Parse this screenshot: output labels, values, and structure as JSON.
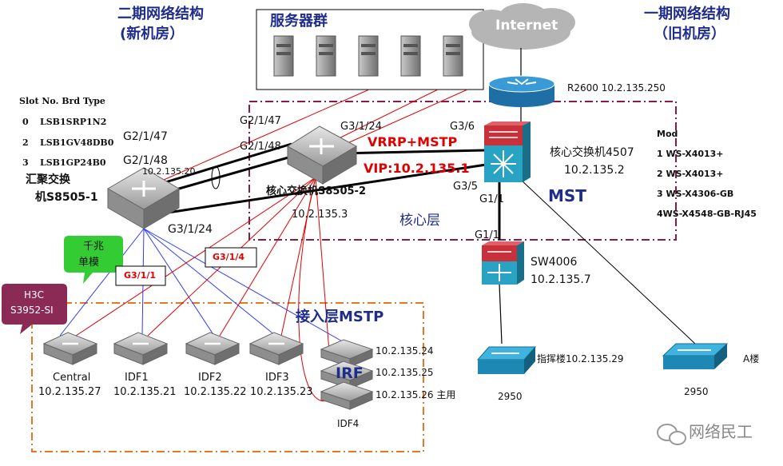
{
  "titles": {
    "phase2_line1": "二期网络结构",
    "phase2_line2": "(新机房）",
    "phase1_line1": "一期网络结构",
    "phase1_line2": "（旧机房）",
    "server_group": "服务器群",
    "internet": "Internet",
    "core_layer": "核心层",
    "access_layer": "接入层MSTP",
    "mst": "MST"
  },
  "slot_table": {
    "header": "Slot No.  Brd Type",
    "rows": [
      {
        "slot": "0",
        "type": "LSB1SRP1N2"
      },
      {
        "slot": "2",
        "type": "LSB1GV48DB0"
      },
      {
        "slot": "3",
        "type": "LSB1GP24B0"
      }
    ]
  },
  "mod_table": {
    "header": "Mod",
    "rows": [
      "1 WS-X4013+",
      "2 WS-X4013+",
      "3 WS-X4306-GB",
      "4WS-X4548-GB-RJ45"
    ]
  },
  "router": {
    "label": "R2600 10.2.135.250"
  },
  "devices": {
    "agg_name_1": "汇聚交换",
    "agg_name_2": "机S8505-1",
    "agg_ip": "10.2.135.20",
    "core_name": "核心交换机S8505-2",
    "core_ip": "10.2.135.3",
    "c4507_name": "核心交换机4507",
    "c4507_ip": "10.2.135.2",
    "sw4006_name": "SW4006",
    "sw4006_ip": "10.2.135.7",
    "zhihui_label": "指挥楼10.2.135.29",
    "zhihui_model": "2950",
    "alou_label": "A楼",
    "alou_model": "2950"
  },
  "ports": {
    "g2_1_47_left": "G2/1/47",
    "g2_1_48_left": "G2/1/48",
    "g2_1_47_core": "G2/1/47",
    "g2_1_48_core": "G2/1/48",
    "g3_1_24_core": "G3/1/24",
    "g3_6": "G3/6",
    "g3_5": "G3/5",
    "g1_1_top": "G1/1",
    "g1_1_bottom": "G1/1",
    "g3_1_24_agg": "G3/1/24",
    "g3_1_1": "G3/1/1",
    "g3_1_4": "G3/1/4"
  },
  "protocols": {
    "vrrp": "VRRP+MSTP",
    "vip": "VIP:10.2.135.1"
  },
  "callouts": {
    "gigabit_line1": "千兆",
    "gigabit_line2": "单模",
    "h3c_line1": "H3C",
    "h3c_line2": "S3952-SI"
  },
  "access_switches": [
    {
      "name": "Central",
      "ip": "10.2.135.27"
    },
    {
      "name": "IDF1",
      "ip": "10.2.135.21"
    },
    {
      "name": "IDF2",
      "ip": "10.2.135.22"
    },
    {
      "name": "IDF3",
      "ip": "10.2.135.23"
    }
  ],
  "irf": {
    "label": "IRF",
    "ip1": "10.2.135.24",
    "ip2": "10.2.135.25",
    "ip3": "10.2.135.26 主用",
    "name": "IDF4"
  },
  "watermark": {
    "text": "网络民工"
  },
  "colors": {
    "navy": "#1f2d8a",
    "red": "#e00000",
    "access_blue": "#2c3cff",
    "core_frame": "#8b1a4a",
    "access_frame": "#e87722",
    "gigabit_green": "#33cc33",
    "h3c_fill": "#8a2a55",
    "cisco_red": "#c8303a",
    "cisco_teal": "#29a3c4",
    "router_blue": "#1e6fa5"
  }
}
